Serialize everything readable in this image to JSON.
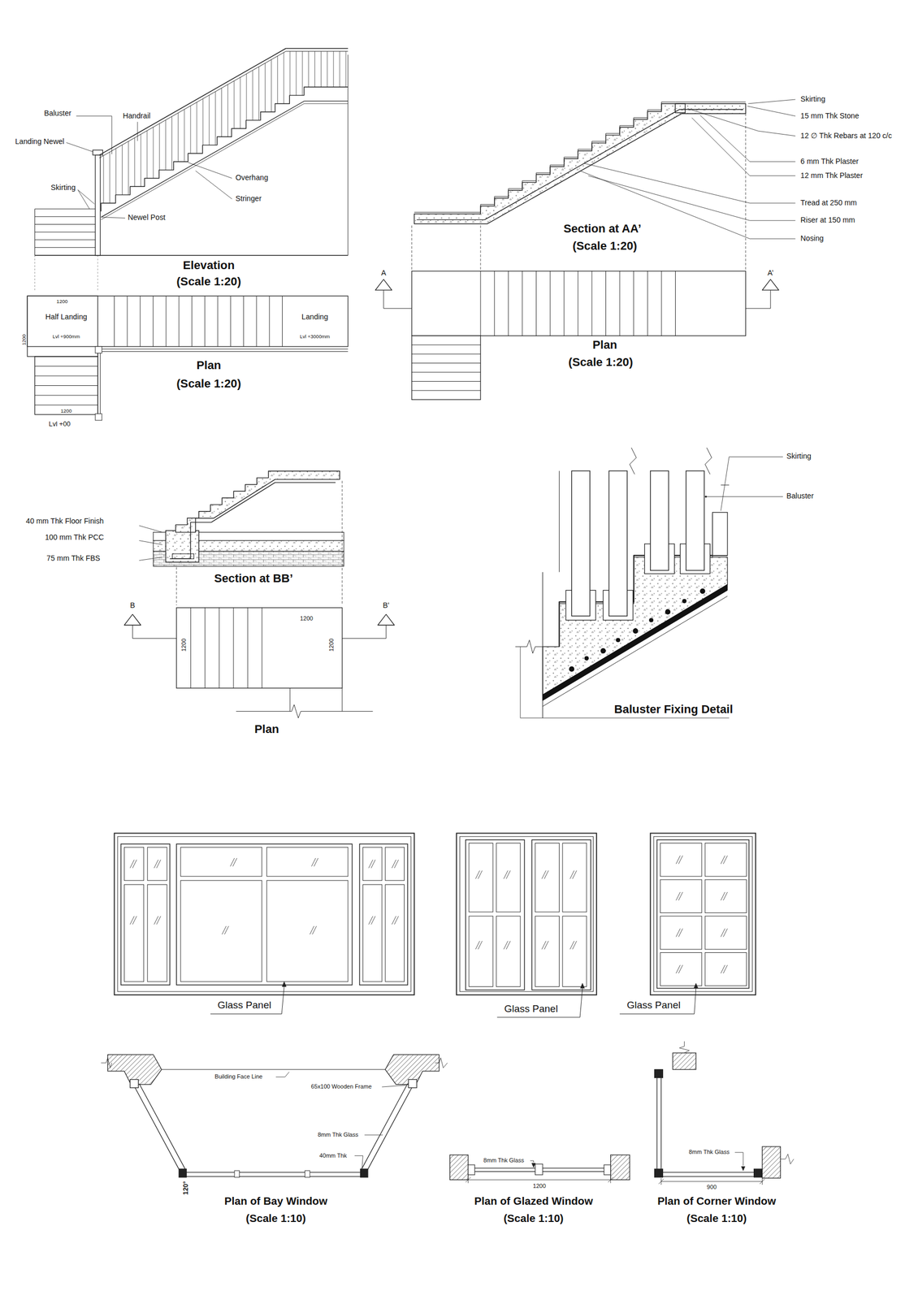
{
  "diagram": {
    "labels": [
      "Baluster",
      "Handrail",
      "Landing Newel",
      "Overhang",
      "Skirting",
      "Stringer",
      "Newel Post",
      "Elevation",
      "(Scale 1:20)",
      "1200",
      "1200",
      "Half Landing",
      "Lvl +900mm",
      "Landing",
      "Lvl +3000mm",
      "Plan",
      "(Scale 1:20)",
      "1200",
      "Lvl +00",
      "Skirting",
      "15 mm Thk Stone",
      "12 ∅ Thk Rebars at 120 c/c",
      "6 mm Thk Plaster",
      "12 mm Thk Plaster",
      "Tread at 250 mm",
      "Riser at 150 mm",
      "Nosing",
      "Section at AA’",
      "(Scale 1:20)",
      "A",
      "A’",
      "Plan",
      "(Scale 1:20)",
      "40 mm Thk Floor Finish",
      "100 mm Thk PCC",
      "75 mm Thk FBS",
      "Section at BB’",
      "B",
      "B’",
      "1200",
      "1200",
      "1200",
      "Plan",
      "Skirting",
      "Baluster",
      "Baluster Fixing Detail",
      "Glass Panel",
      "Glass Panel",
      "Glass Panel",
      "Building Face Line",
      "65x100 Wooden Frame",
      "8mm Thk Glass",
      "40mm Thk",
      "120°",
      "Plan of Bay Window",
      "(Scale 1:10)",
      "8mm Thk Glass",
      "1200",
      "Plan of Glazed Window",
      "(Scale 1:10)",
      "8mm Thk Glass",
      "900",
      "Plan of Corner Window",
      "(Scale 1:10)"
    ]
  }
}
